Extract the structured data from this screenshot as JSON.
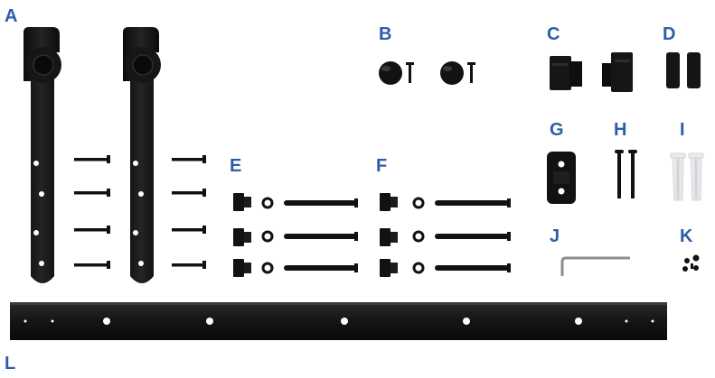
{
  "labels": {
    "A": "A",
    "B": "B",
    "C": "C",
    "D": "D",
    "E": "E",
    "F": "F",
    "G": "G",
    "H": "H",
    "I": "I",
    "J": "J",
    "K": "K",
    "L": "L"
  },
  "colors": {
    "label": "#2c5ea8",
    "hardware": "#111111",
    "hole": "#ffffff",
    "anchor": "#e4e6e8",
    "allen_key": "#8a8d91"
  }
}
